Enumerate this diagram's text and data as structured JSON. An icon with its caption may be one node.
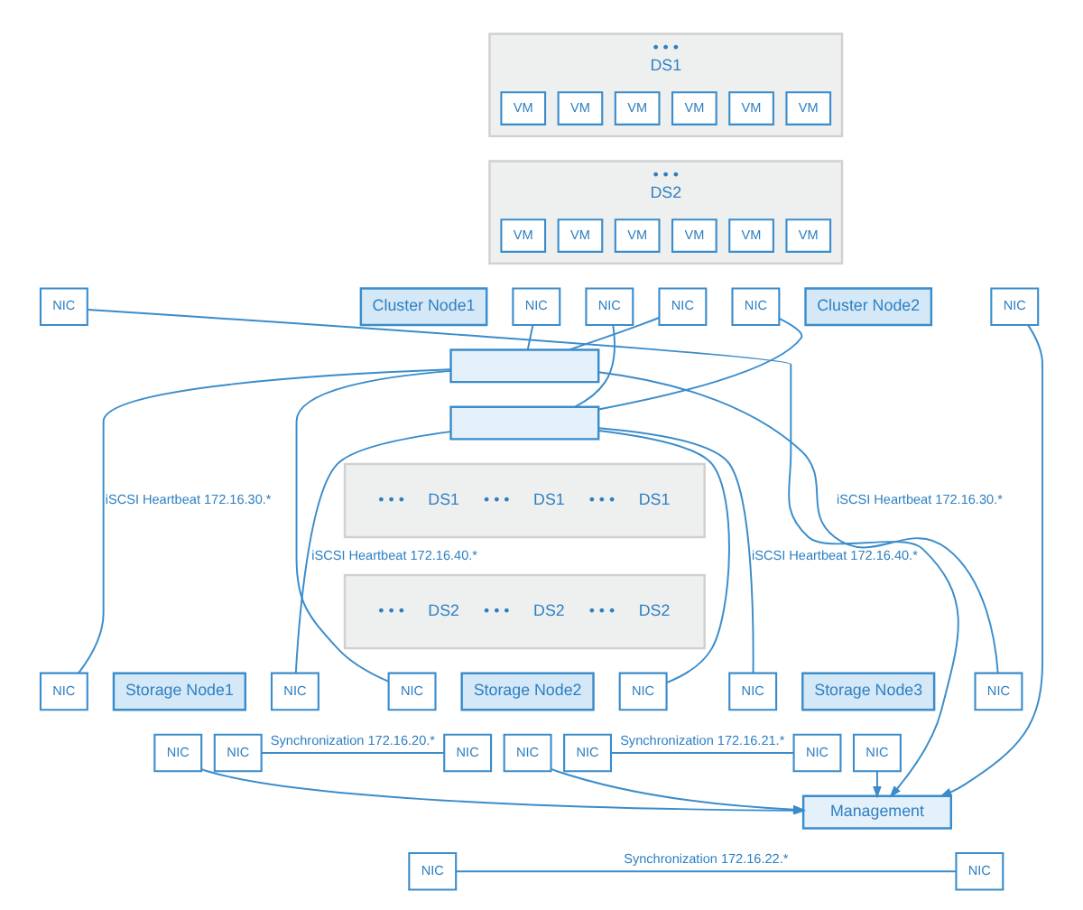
{
  "diagram": {
    "nodes": [
      {
        "text": [
          "• • •",
          "DS1"
        ]
      },
      {
        "text": [
          "VM"
        ],
        "in": 0
      },
      {
        "text": [
          "VM"
        ],
        "in": 0
      },
      {
        "text": [
          "VM"
        ],
        "in": 0
      },
      {
        "text": [
          "VM"
        ],
        "in": 0
      },
      {
        "text": [
          "VM"
        ],
        "in": 0
      },
      {
        "text": [
          "VM"
        ],
        "in": 0
      },
      {
        "text": [
          "• • •",
          "DS2"
        ]
      },
      {
        "text": [
          "VM"
        ],
        "in": 7
      },
      {
        "text": [
          "VM"
        ],
        "in": 7
      },
      {
        "text": [
          "VM"
        ],
        "in": 7
      },
      {
        "text": [
          "VM"
        ],
        "in": 7
      },
      {
        "text": [
          "VM"
        ],
        "in": 7
      },
      {
        "text": [
          "VM"
        ],
        "in": 7
      },
      {
        "text": [
          "Cluster Node1"
        ]
      },
      {
        "text": [
          "NIC"
        ]
      },
      {
        "text": [
          "NIC"
        ]
      },
      {
        "text": [
          "NIC"
        ]
      },
      {
        "text": [
          "NIC"
        ]
      },
      {
        "text": [
          "NIC"
        ]
      },
      {
        "text": [
          "Cluster Node2"
        ]
      },
      {
        "text": [
          "NIC"
        ]
      },
      {
        "text": [],
        "shape": "box"
      },
      {
        "text": [],
        "shape": "box"
      },
      {
        "text": [
          "• • •",
          "DS1",
          "• • •",
          "DS1",
          "• • •",
          "DS1"
        ]
      },
      {
        "text": [
          "• • •",
          "DS2",
          "• • •",
          "DS2",
          "• • •",
          "DS2"
        ]
      },
      {
        "text": [
          "NIC"
        ]
      },
      {
        "text": [
          "NIC"
        ]
      },
      {
        "text": [
          "NIC"
        ]
      },
      {
        "text": [
          "Storage Node1"
        ]
      },
      {
        "text": [
          "NIC"
        ]
      },
      {
        "text": [
          "NIC"
        ]
      },
      {
        "text": [
          "NIC"
        ]
      },
      {
        "text": [
          "NIC"
        ]
      },
      {
        "text": [
          "NIC"
        ]
      },
      {
        "text": [
          "Storage Node2"
        ]
      },
      {
        "text": [
          "NIC"
        ]
      },
      {
        "text": [
          "NIC"
        ]
      },
      {
        "text": [
          "NIC"
        ]
      },
      {
        "text": [
          "NIC"
        ]
      },
      {
        "text": [
          "NIC"
        ]
      },
      {
        "text": [
          "Storage Node3"
        ]
      },
      {
        "text": [
          "NIC"
        ]
      },
      {
        "text": [
          "NIC"
        ]
      },
      {
        "text": [
          "Management"
        ]
      }
    ],
    "edges": [
      {
        "from": 16,
        "to": 22,
        "arrow": "none"
      },
      {
        "from": 18,
        "to": 22,
        "arrow": "none"
      },
      {
        "from": 17,
        "to": 23,
        "arrow": "none"
      },
      {
        "from": 19,
        "to": 23,
        "arrow": "none"
      },
      {
        "from": 22,
        "to": 26,
        "arrow": "none",
        "label": "iSCSI Heartbeat 172.16.30.*"
      },
      {
        "from": 22,
        "to": 39,
        "arrow": "none",
        "label": "iSCSI Heartbeat 172.16.30.*"
      },
      {
        "from": 23,
        "to": 27,
        "arrow": "none",
        "label": "iSCSI Heartbeat 172.16.40.*"
      },
      {
        "from": 23,
        "to": 38,
        "arrow": "none",
        "label": "iSCSI Heartbeat 172.16.40.*"
      },
      {
        "from": 22,
        "to": 32,
        "arrow": "none"
      },
      {
        "from": 23,
        "to": 33,
        "arrow": "none"
      },
      {
        "from": 30,
        "to": 34,
        "arrow": "none",
        "label": "Synchronization 172.16.20.*"
      },
      {
        "from": 36,
        "to": 40,
        "arrow": "none",
        "label": "Synchronization 172.16.21.*"
      },
      {
        "from": 15,
        "to": 44,
        "arrow": "to"
      },
      {
        "from": 21,
        "to": 44,
        "arrow": "to"
      },
      {
        "from": 31,
        "to": 44,
        "arrow": "to"
      },
      {
        "from": 37,
        "to": 44,
        "arrow": "to"
      },
      {
        "from": 43,
        "to": 44,
        "arrow": "to"
      },
      {
        "from": 28,
        "to": 42,
        "arrow": "none",
        "label": "Synchronization 172.16.22.*"
      }
    ]
  }
}
